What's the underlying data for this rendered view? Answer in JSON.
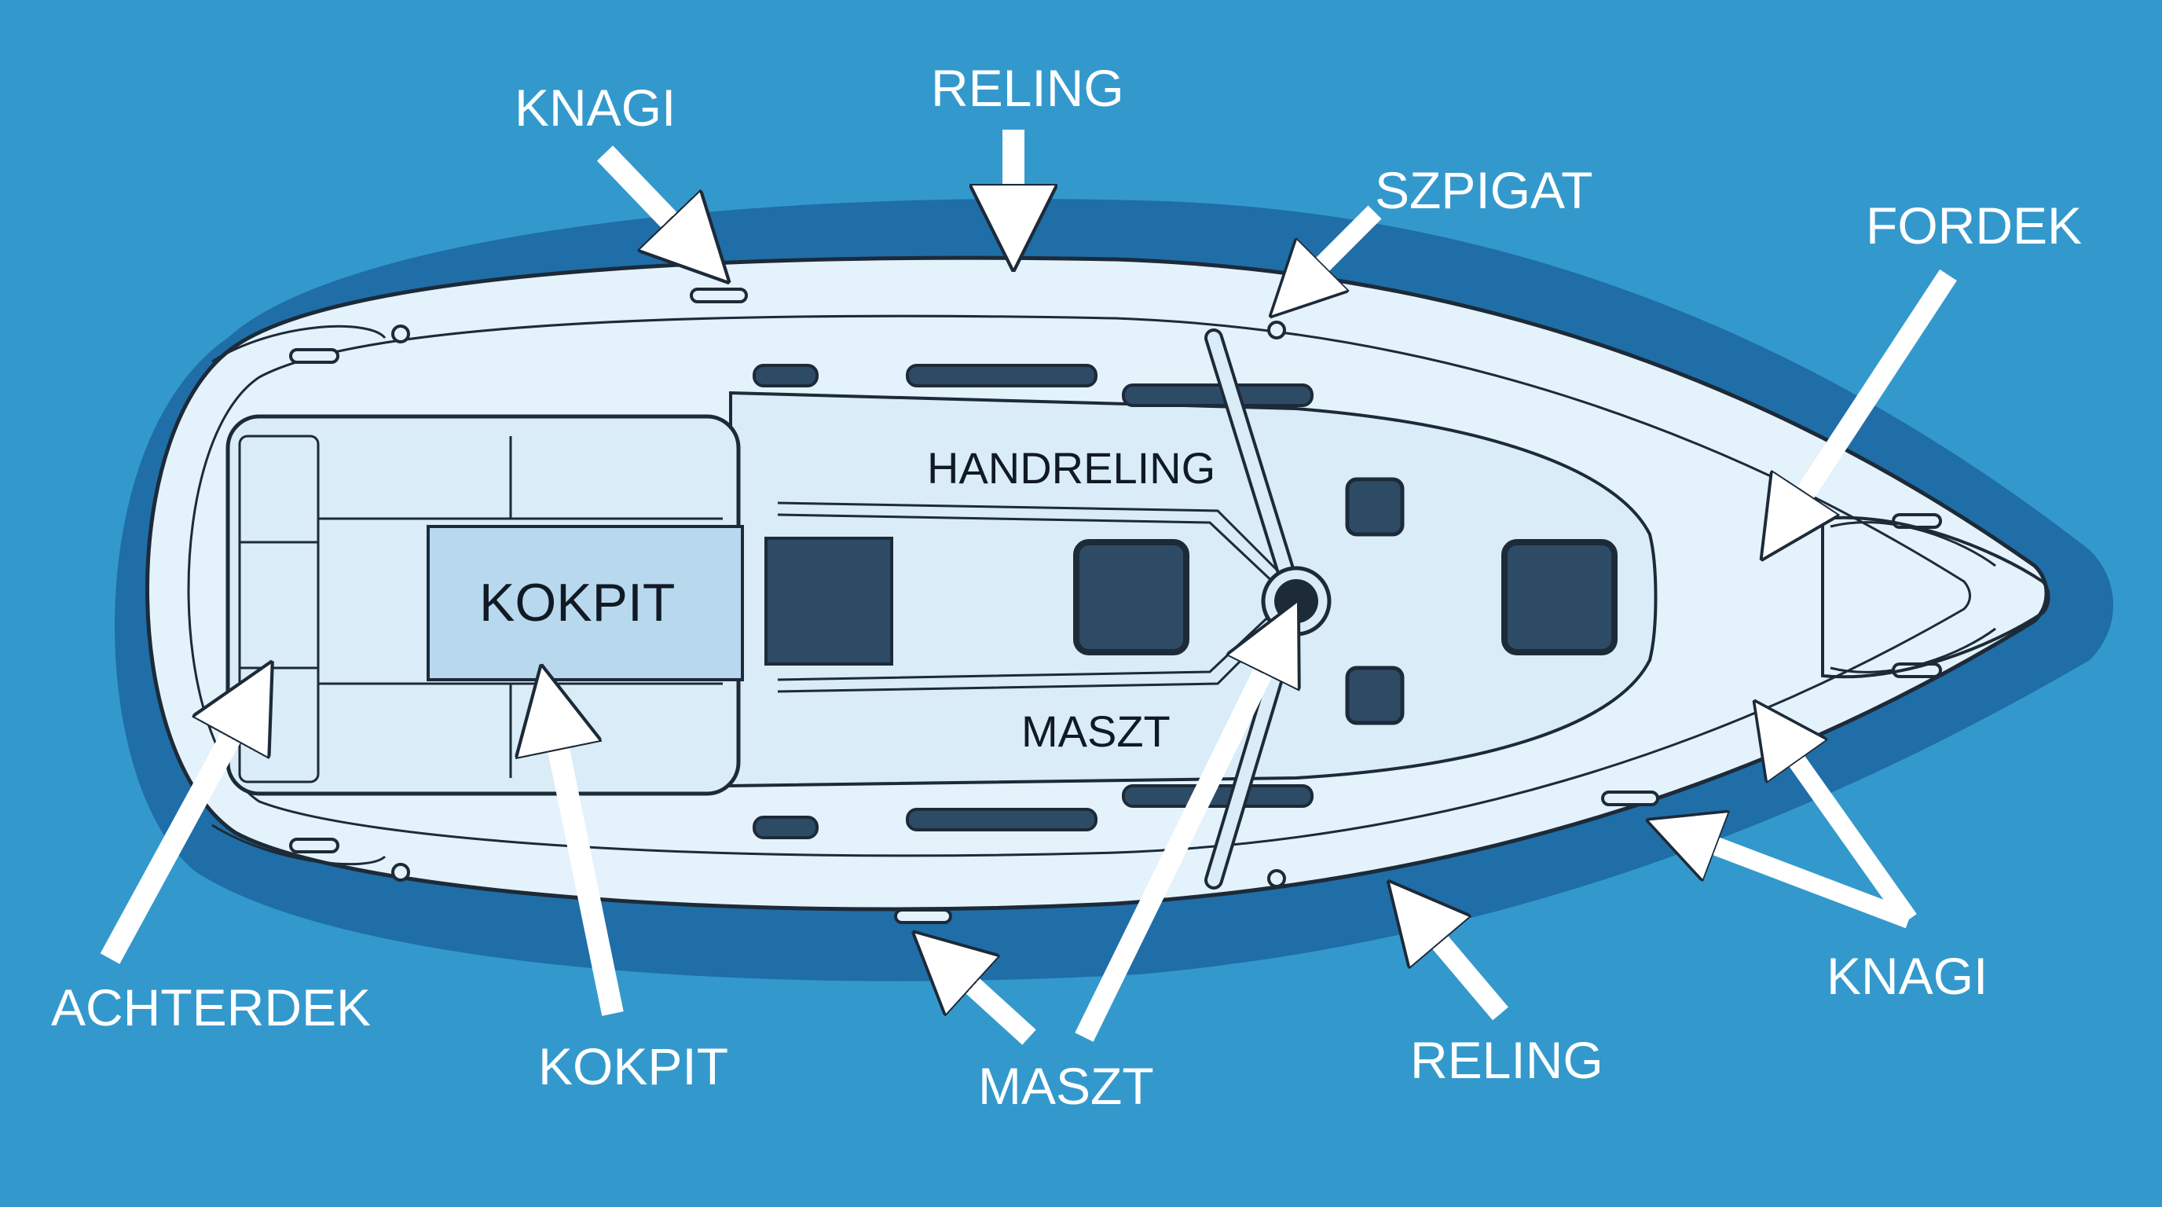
{
  "title": "",
  "colors": {
    "water": "#3399cc",
    "shadow": "#1f6ea8",
    "hull": "#e3f2fb",
    "deck": "#d9ecf8",
    "cockpit_floor": "#b8d8ee",
    "hatch": "#2e4b66",
    "outline": "#1d2a38",
    "arrow": "#ffffff",
    "label": "#ffffff",
    "inner_label": "#111a24"
  },
  "callouts": [
    {
      "id": "knagi-top",
      "label": "KNAGI"
    },
    {
      "id": "reling-top",
      "label": "RELING"
    },
    {
      "id": "szpigat",
      "label": "SZPIGAT"
    },
    {
      "id": "fordek",
      "label": "FORDEK"
    },
    {
      "id": "knagi-bottom",
      "label": "KNAGI"
    },
    {
      "id": "reling-bottom",
      "label": "RELING"
    },
    {
      "id": "maszt-bottom",
      "label": "MASZT"
    },
    {
      "id": "kokpit-bottom",
      "label": "KOKPIT"
    },
    {
      "id": "achterdek",
      "label": "ACHTERDEK"
    }
  ],
  "inner_labels": {
    "handreling": "HANDRELING",
    "kokpit": "KOKPIT",
    "maszt": "MASZT"
  }
}
